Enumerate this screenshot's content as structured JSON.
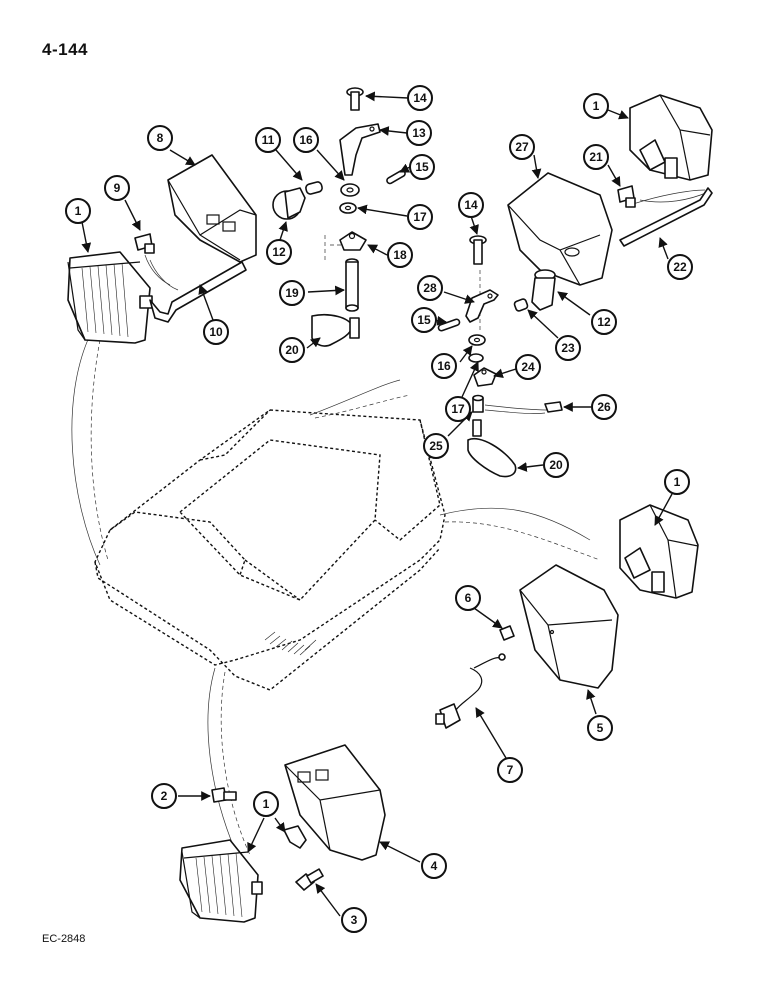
{
  "page": {
    "number": "4-144",
    "figure_code": "EC-2848"
  },
  "callouts": [
    {
      "id": "c14a",
      "label": "14"
    },
    {
      "id": "c13",
      "label": "13"
    },
    {
      "id": "c1a",
      "label": "1"
    },
    {
      "id": "c8",
      "label": "8"
    },
    {
      "id": "c11",
      "label": "11"
    },
    {
      "id": "c16a",
      "label": "16"
    },
    {
      "id": "c15a",
      "label": "15"
    },
    {
      "id": "c27",
      "label": "27"
    },
    {
      "id": "c21",
      "label": "21"
    },
    {
      "id": "c9",
      "label": "9"
    },
    {
      "id": "c1b",
      "label": "1"
    },
    {
      "id": "c17a",
      "label": "17"
    },
    {
      "id": "c12a",
      "label": "12"
    },
    {
      "id": "c18",
      "label": "18"
    },
    {
      "id": "c14b",
      "label": "14"
    },
    {
      "id": "c22",
      "label": "22"
    },
    {
      "id": "c19",
      "label": "19"
    },
    {
      "id": "c28",
      "label": "28"
    },
    {
      "id": "c10",
      "label": "10"
    },
    {
      "id": "c12b",
      "label": "12"
    },
    {
      "id": "c15b",
      "label": "15"
    },
    {
      "id": "c20a",
      "label": "20"
    },
    {
      "id": "c23",
      "label": "23"
    },
    {
      "id": "c16b",
      "label": "16"
    },
    {
      "id": "c24",
      "label": "24"
    },
    {
      "id": "c17b",
      "label": "17"
    },
    {
      "id": "c26",
      "label": "26"
    },
    {
      "id": "c25",
      "label": "25"
    },
    {
      "id": "c20b",
      "label": "20"
    },
    {
      "id": "c1c",
      "label": "1"
    },
    {
      "id": "c6",
      "label": "6"
    },
    {
      "id": "c5",
      "label": "5"
    },
    {
      "id": "c7",
      "label": "7"
    },
    {
      "id": "c2",
      "label": "2"
    },
    {
      "id": "c1d",
      "label": "1"
    },
    {
      "id": "c4",
      "label": "4"
    },
    {
      "id": "c3",
      "label": "3"
    }
  ]
}
